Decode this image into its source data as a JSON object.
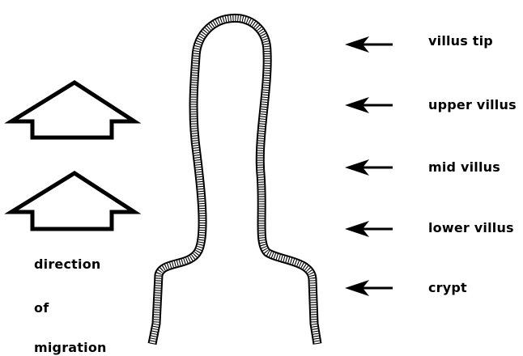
{
  "diagram": {
    "villus_labels": [
      "villus tip",
      "upper villus",
      "mid villus",
      "lower villus",
      "crypt"
    ],
    "migration_label": [
      "direction",
      "of",
      "migration"
    ],
    "migration_arrow_count": 2,
    "ink_color": "#000000",
    "background_color": "#ffffff"
  }
}
